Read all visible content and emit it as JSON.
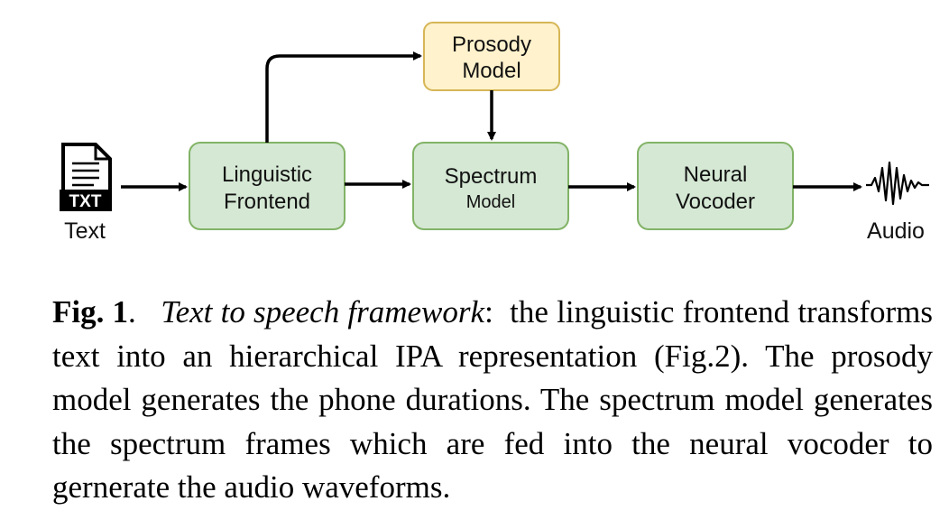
{
  "diagram": {
    "nodes": {
      "prosody": {
        "line1": "Prosody",
        "line2": "Model"
      },
      "linguistic": {
        "line1": "Linguistic",
        "line2": "Frontend"
      },
      "spectrum": {
        "line1": "Spectrum",
        "line2": "Model"
      },
      "vocoder": {
        "line1": "Neural",
        "line2": "Vocoder"
      }
    },
    "text_icon_label": "TXT",
    "input_label": "Text",
    "output_label": "Audio",
    "colors": {
      "green_fill": "#d5e8d4",
      "green_stroke": "#82b366",
      "yellow_fill": "#fff2cc",
      "yellow_stroke": "#d6b656"
    }
  },
  "caption": {
    "fig_label": "Fig. 1",
    "fig_period": ".",
    "title": "Text to speech framework",
    "title_colon": ":",
    "body": "the linguistic frontend transforms text into an hierarchical IPA representation (Fig.2). The prosody model generates the phone durations. The spectrum model generates the spectrum frames which are fed into the neural vocoder to gernerate the audio waveforms."
  }
}
